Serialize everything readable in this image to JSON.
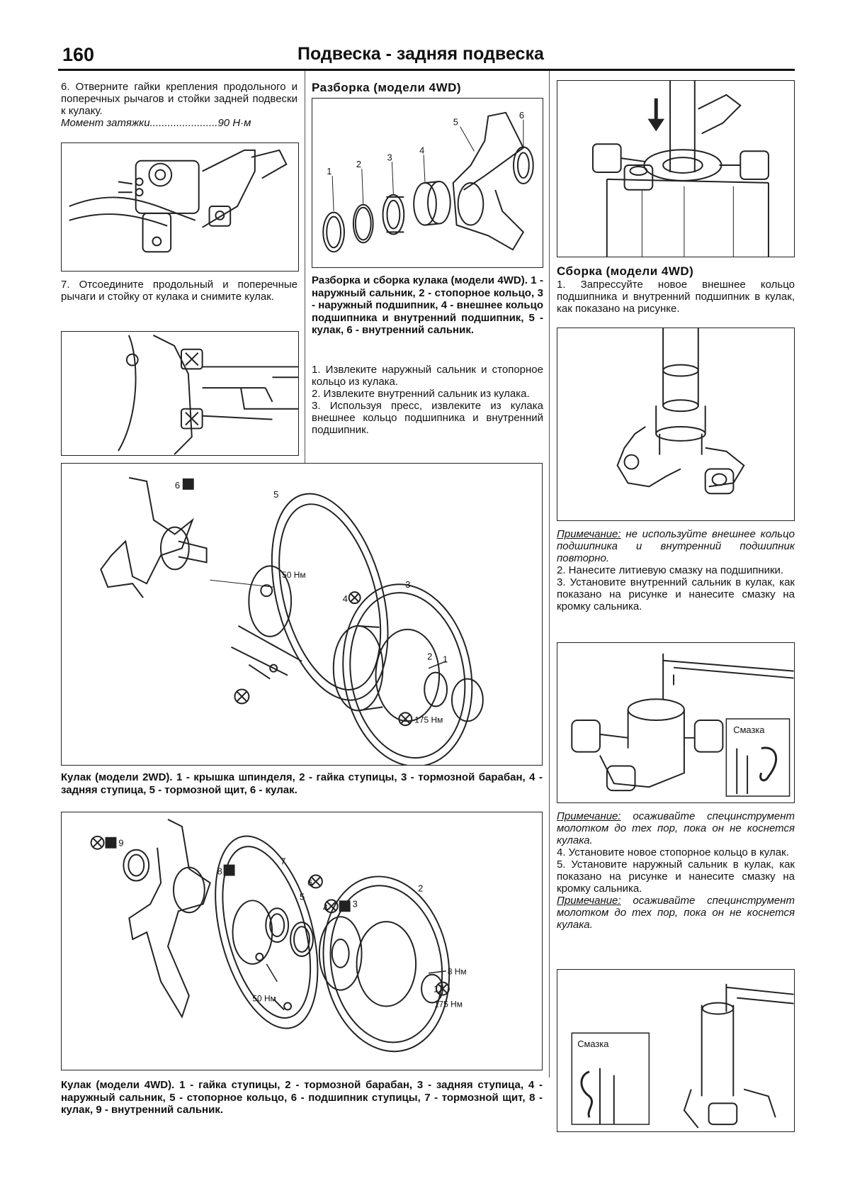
{
  "header": {
    "page_number": "160",
    "title": "Подвеска - задняя подвеска"
  },
  "col1": {
    "step6": "6. Отверните гайки крепления продольного и поперечных рычагов и стойки задней подвески к кулаку.",
    "torque": "Момент затяжки.......................90 Н·м",
    "step7": "7. Отсоедините продольный и поперечные рычаги и стойку от кулака и снимите кулак."
  },
  "col2": {
    "heading": "Разборка (модели 4WD)",
    "caption": "Разборка и сборка кулака (модели 4WD). 1 - наружный сальник, 2 - стопорное кольцо, 3 - наружный подшипник, 4 - внешнее кольцо подшипника и внутренний подшипник, 5 - кулак, 6 - внутренний сальник.",
    "step1": "1. Извлеките наружный сальник и стопорное кольцо из кулака.",
    "step2": "2. Извлеките внутренний сальник из кулака.",
    "step3": "3. Используя пресс, извлеките из кулака внешнее кольцо подшипника и внутренний подшипник.",
    "exploded_labels": [
      "1",
      "2",
      "3",
      "4",
      "5",
      "6"
    ]
  },
  "col3": {
    "heading": "Сборка (модели 4WD)",
    "step1": "1. Запрессуйте новое внешнее кольцо подшипника и внутренний подшипник в кулак, как показано на рисунке.",
    "note1_label": "Примечание:",
    "note1_text": " не используйте внешнее кольцо подшипника и внутренний подшипник повторно.",
    "step2": "2. Нанесите литиевую смазку на подшипники.",
    "step3": "3. Установите внутренний сальник в кулак, как показано на рисунке и нанесите смазку на кромку сальника.",
    "grease_label": "Смазка",
    "note2_label": "Примечание:",
    "note2_text": " осаживайте специнструмент молотком до тех пор, пока он не коснется кулака.",
    "step4": "4. Установите новое стопорное кольцо в кулак.",
    "step5": "5. Установите наружный сальник в кулак, как показано на рисунке и нанесите смазку на кромку сальника.",
    "note3_label": "Примечание:",
    "note3_text": " осаживайте специнструмент молотком до тех пор, пока он не коснется кулака."
  },
  "fig2wd": {
    "caption": "Кулак (модели 2WD). 1 - крышка шпинделя, 2 - гайка ступицы, 3 - тормозной барабан, 4 - задняя ступица, 5 - тормозной щит, 6 - кулак.",
    "t50": "50 Нм",
    "t175": "175 Нм",
    "n1": "1",
    "n2": "2",
    "n3": "3",
    "n4": "4",
    "n5": "5",
    "n6": "6"
  },
  "fig4wd": {
    "caption": "Кулак (модели 4WD). 1 - гайка ступицы, 2 - тормозной барабан, 3 - задняя ступица, 4 - наружный сальник, 5 - стопорное кольцо, 6 - подшипник ступицы, 7 - тормозной щит, 8 - кулак, 9 - внутренний сальник.",
    "t50": "50 Нм",
    "t8": "8 Нм",
    "t175": "175 Нм",
    "n1": "1",
    "n2": "2",
    "n3": "3",
    "n4": "4",
    "n5": "5",
    "n6": "6",
    "n7": "7",
    "n8": "8",
    "n9": "9"
  }
}
